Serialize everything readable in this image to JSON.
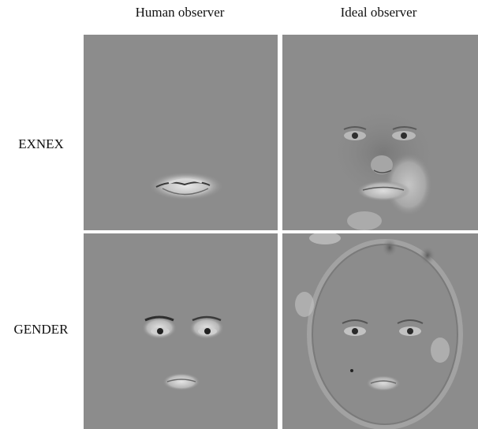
{
  "columns": [
    "Human observer",
    "Ideal observer"
  ],
  "rows": [
    "EXNEX",
    "GENDER"
  ],
  "panels": [
    {
      "row": "EXNEX",
      "column": "Human observer",
      "features_visible": [
        "mouth"
      ]
    },
    {
      "row": "EXNEX",
      "column": "Ideal observer",
      "features_visible": [
        "eyes",
        "nose",
        "mouth",
        "chin"
      ]
    },
    {
      "row": "GENDER",
      "column": "Human observer",
      "features_visible": [
        "eyebrows",
        "eyes",
        "mouth"
      ]
    },
    {
      "row": "GENDER",
      "column": "Ideal observer",
      "features_visible": [
        "face outline",
        "hairline",
        "eyes",
        "mouth"
      ]
    }
  ],
  "colors": {
    "panel_gray": "#8c8c8c",
    "divider": "#ffffff",
    "background": "#ffffff"
  }
}
